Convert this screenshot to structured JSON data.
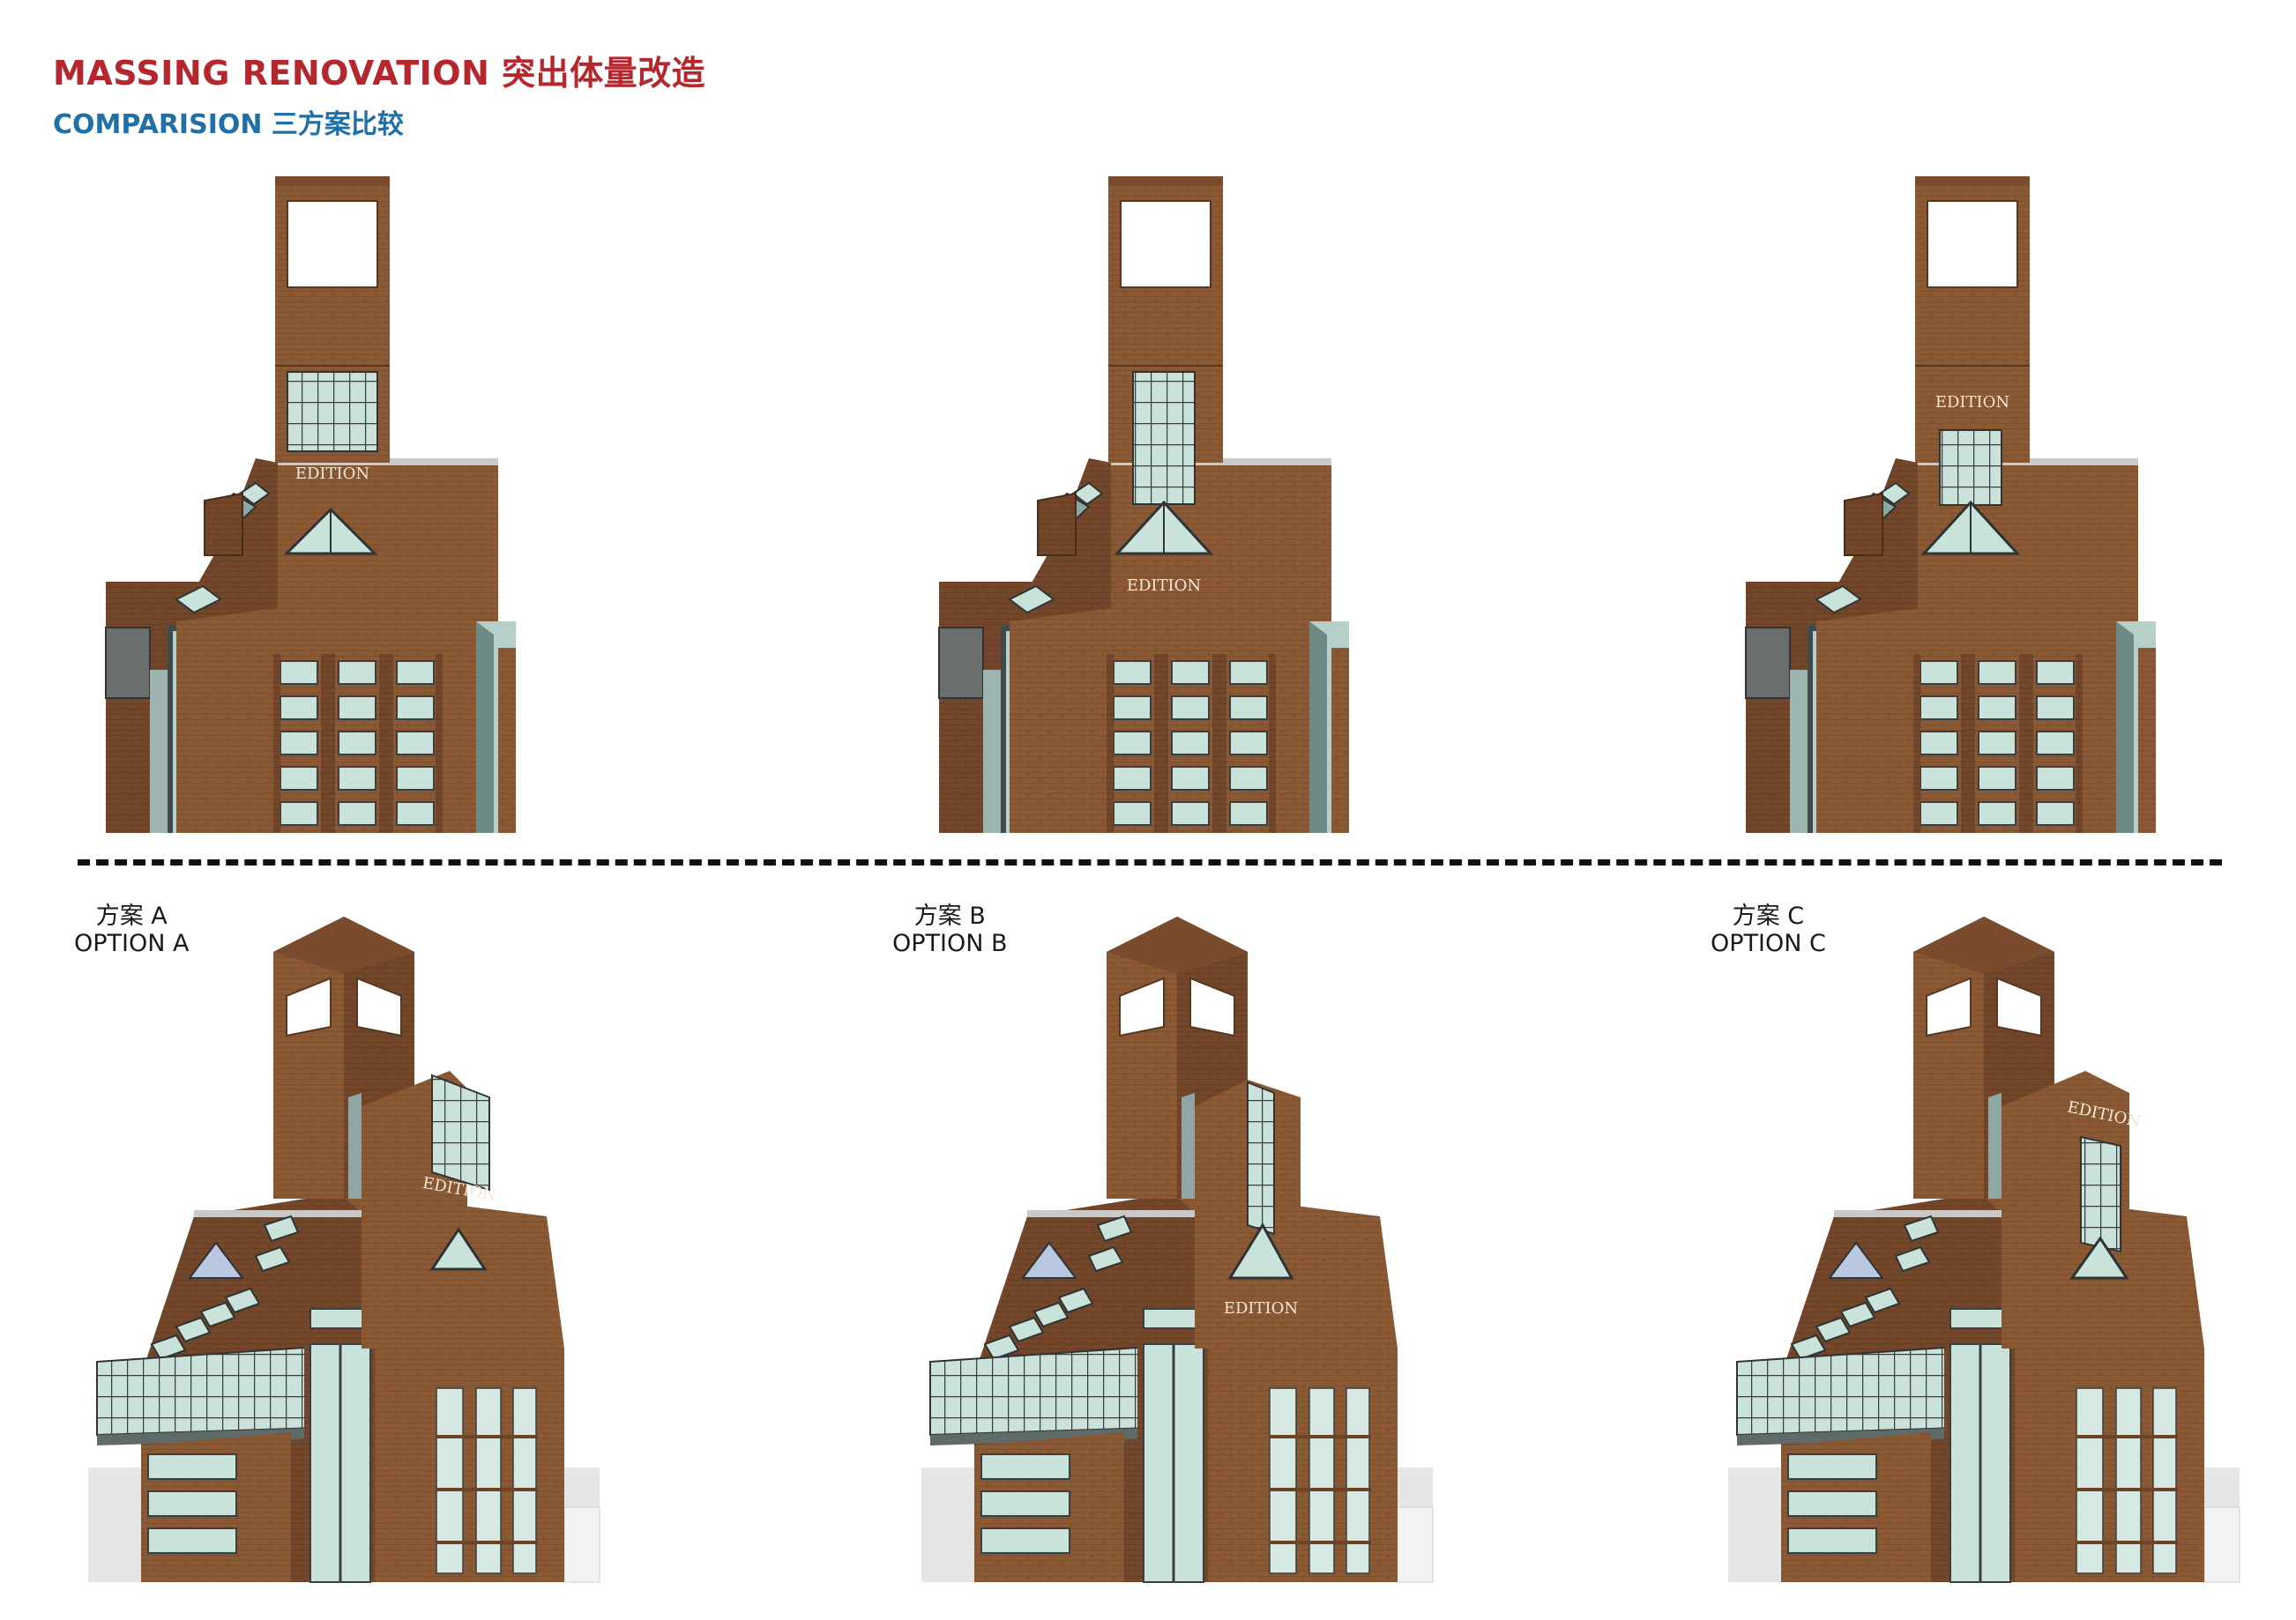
{
  "header": {
    "title_en": "MASSING RENOVATION",
    "title_cn": "突出体量改造",
    "subtitle_en": "COMPARISION",
    "subtitle_cn": "三方案比较"
  },
  "colors": {
    "title": "#B5272D",
    "subtitle": "#1F6FA8",
    "brick": "#8B5A35",
    "brick_dark": "#6E4426",
    "glass": "#C9E3DA",
    "frame": "#3B3F3F"
  },
  "options": [
    {
      "label_cn": "方案 A",
      "label_en": "OPTION A",
      "sign": "EDITION"
    },
    {
      "label_cn": "方案 B",
      "label_en": "OPTION B",
      "sign": "EDITION"
    },
    {
      "label_cn": "方案 C",
      "label_en": "OPTION C",
      "sign": "EDITION"
    }
  ]
}
